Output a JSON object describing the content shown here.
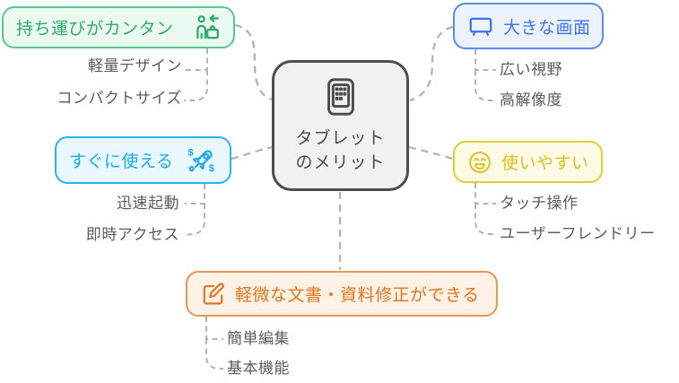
{
  "title": "タブレットのメリット",
  "center": {
    "icon": "tablet-icon",
    "lines": [
      "タブレット",
      "のメリット"
    ],
    "background": "#f1f1f1",
    "border_color": "#4d4d4d",
    "text_color": "#4a4a4a"
  },
  "branches": [
    {
      "label": "持ち運びがカンタン",
      "icon": "traveler-icon",
      "accent": "#2fab6a",
      "border_color": "#5ac88c",
      "background": "#eafaf1",
      "children": [
        "軽量デザイン",
        "コンパクトサイズ"
      ]
    },
    {
      "label": "大きな画面",
      "icon": "monitor-icon",
      "accent": "#3d74ee",
      "border_color": "#5a8cf5",
      "background": "#ecf2fe",
      "children": [
        "広い視野",
        "高解像度"
      ]
    },
    {
      "label": "すぐに使える",
      "icon": "rocket-icon",
      "accent": "#1fa9ee",
      "border_color": "#2db4f0",
      "background": "#e9f7fe",
      "children": [
        "迅速起動",
        "即時アクセス"
      ]
    },
    {
      "label": "使いやすい",
      "icon": "smiley-icon",
      "accent": "#ddc020",
      "border_color": "#e7cc32",
      "background": "#fdfae6",
      "children": [
        "タッチ操作",
        "ユーザーフレンドリー"
      ]
    },
    {
      "label": "軽微な文書・資料修正ができる",
      "icon": "edit-icon",
      "accent": "#e0761f",
      "border_color": "#ea9655",
      "background": "#fdf2e5",
      "children": [
        "簡単編集",
        "基本機能"
      ]
    }
  ],
  "connector_color": "#b3b3b3",
  "sub_label_color": "#5c5c5c"
}
